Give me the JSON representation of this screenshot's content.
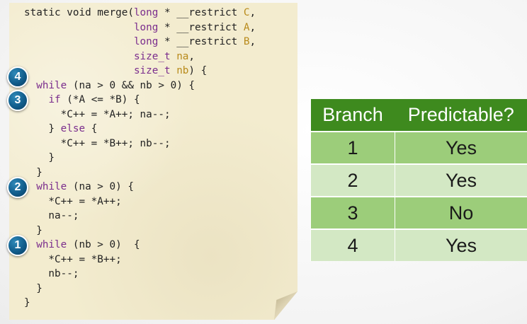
{
  "code": {
    "lines": [
      {
        "pre": "static void merge(",
        "t1": "long",
        "mid": " * __restrict ",
        "t2": "C",
        "post": ","
      },
      {
        "pre": "                  ",
        "t1": "long",
        "mid": " * __restrict ",
        "t2": "A",
        "post": ","
      },
      {
        "pre": "                  ",
        "t1": "long",
        "mid": " * __restrict ",
        "t2": "B",
        "post": ","
      },
      {
        "pre": "                  ",
        "t1": "size_t",
        "mid": " ",
        "t2": "na",
        "post": ","
      },
      {
        "pre": "                  ",
        "t1": "size_t",
        "mid": " ",
        "t2": "nb",
        "post": ") {"
      },
      {
        "pre": "  ",
        "t1": "while",
        "mid": " (na > 0 && nb > 0) {",
        "t2": "",
        "post": ""
      },
      {
        "pre": "    ",
        "t1": "if",
        "mid": " (*A <= *B) {",
        "t2": "",
        "post": ""
      },
      {
        "pre": "      *C++ = *A++; na--;",
        "t1": "",
        "mid": "",
        "t2": "",
        "post": ""
      },
      {
        "pre": "    } ",
        "t1": "else",
        "mid": " {",
        "t2": "",
        "post": ""
      },
      {
        "pre": "      *C++ = *B++; nb--;",
        "t1": "",
        "mid": "",
        "t2": "",
        "post": ""
      },
      {
        "pre": "    }",
        "t1": "",
        "mid": "",
        "t2": "",
        "post": ""
      },
      {
        "pre": "  }",
        "t1": "",
        "mid": "",
        "t2": "",
        "post": ""
      },
      {
        "pre": "  ",
        "t1": "while",
        "mid": " (na > 0) {",
        "t2": "",
        "post": ""
      },
      {
        "pre": "    *C++ = *A++;",
        "t1": "",
        "mid": "",
        "t2": "",
        "post": ""
      },
      {
        "pre": "    na--;",
        "t1": "",
        "mid": "",
        "t2": "",
        "post": ""
      },
      {
        "pre": "  }",
        "t1": "",
        "mid": "",
        "t2": "",
        "post": ""
      },
      {
        "pre": "  ",
        "t1": "while",
        "mid": " (nb > 0)  {",
        "t2": "",
        "post": ""
      },
      {
        "pre": "    *C++ = *B++;",
        "t1": "",
        "mid": "",
        "t2": "",
        "post": ""
      },
      {
        "pre": "    nb--;",
        "t1": "",
        "mid": "",
        "t2": "",
        "post": ""
      },
      {
        "pre": "  }",
        "t1": "",
        "mid": "",
        "t2": "",
        "post": ""
      },
      {
        "pre": "}",
        "t1": "",
        "mid": "",
        "t2": "",
        "post": ""
      }
    ]
  },
  "badges": [
    "4",
    "3",
    "2",
    "1"
  ],
  "table": {
    "headers": [
      "Branch",
      "Predictable?"
    ],
    "rows": [
      [
        "1",
        "Yes"
      ],
      [
        "2",
        "Yes"
      ],
      [
        "3",
        "No"
      ],
      [
        "4",
        "Yes"
      ]
    ]
  },
  "colors": {
    "keyword": "#7a2d8d",
    "argument": "#b88a1a",
    "table_header": "#3e8a1e",
    "row_dark": "#9ccd7a",
    "row_light": "#d3e8c4",
    "badge": "#115d8c"
  }
}
